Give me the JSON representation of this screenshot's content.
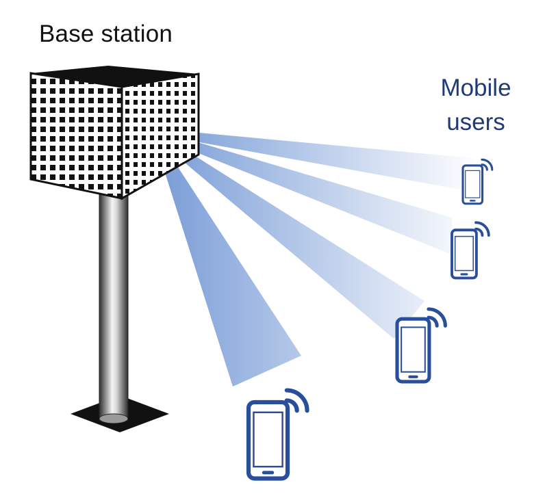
{
  "labels": {
    "base_station": "Base station",
    "mobile_users_line1": "Mobile",
    "mobile_users_line2": "users"
  },
  "colors": {
    "beam": "#7a9ed8",
    "phone": "#2a4f9a",
    "pole_dark": "#3a3a3a",
    "pole_light": "#f2f2f2",
    "base": "#111111",
    "title_text": "#111111",
    "mobile_text": "#1f3a78"
  },
  "icons": [
    "base-station-antenna-icon",
    "phone-icon",
    "signal-waves-icon"
  ]
}
